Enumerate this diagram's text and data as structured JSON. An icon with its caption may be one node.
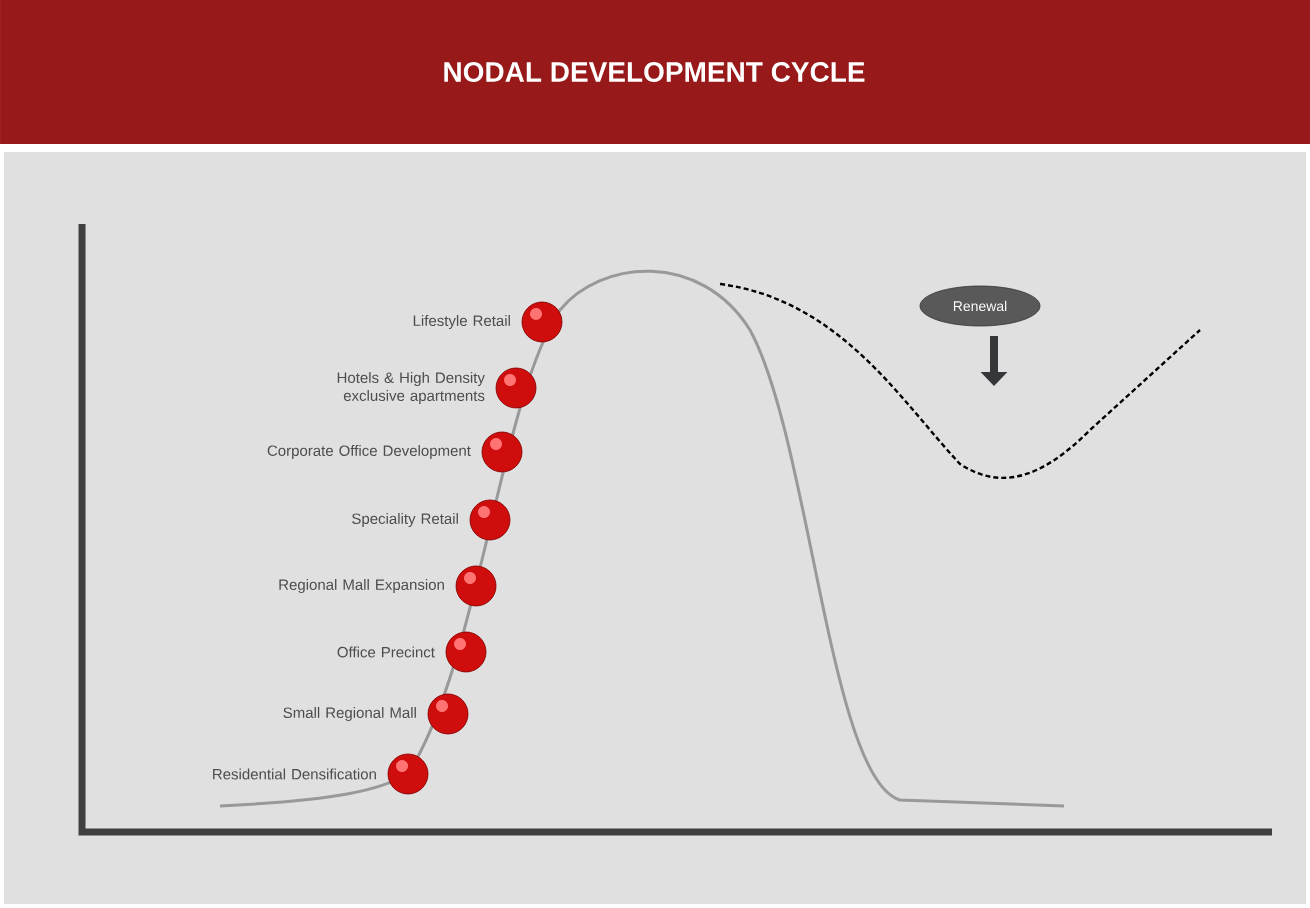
{
  "diagram": {
    "title": "NODAL DEVELOPMENT CYCLE",
    "nodes": [
      {
        "text": [],
        "shape": "circle",
        "beside": [
          "Lifestyle Retail"
        ]
      },
      {
        "text": [],
        "shape": "circle",
        "beside": [
          "Hotels & High Density exclusive apartments"
        ]
      },
      {
        "text": [],
        "shape": "circle",
        "beside": [
          "Corporate Office Development"
        ]
      },
      {
        "text": [],
        "shape": "circle",
        "beside": [
          "Speciality Retail"
        ]
      },
      {
        "text": [],
        "shape": "circle",
        "beside": [
          "Regional Mall Expansion"
        ]
      },
      {
        "text": [],
        "shape": "circle",
        "beside": [
          "Office Precinct"
        ]
      },
      {
        "text": [],
        "shape": "circle",
        "beside": [
          "Small Regional Mall"
        ]
      },
      {
        "text": [],
        "shape": "circle",
        "beside": [
          "Residential Densification"
        ]
      },
      {
        "text": [
          "Renewal"
        ]
      }
    ]
  }
}
